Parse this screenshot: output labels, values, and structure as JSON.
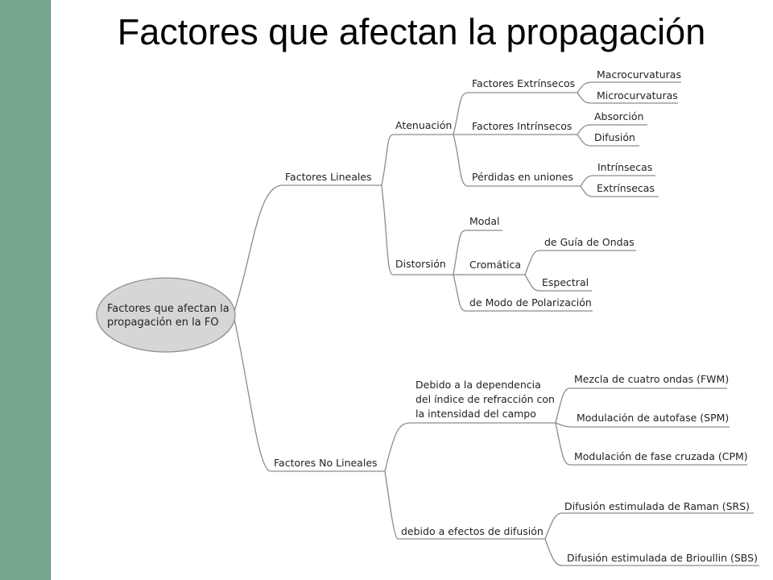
{
  "slide": {
    "title": "Factores que afectan la propagación",
    "accent_color": "#77a88e"
  },
  "mindmap": {
    "root": {
      "line1": "Factores que afectan la",
      "line2": "propagación en la FO",
      "fill": "#d6d6d6"
    },
    "nodes": {
      "lineales": "Factores Lineales",
      "atenuacion": "Atenuación",
      "extrinsecos": "Factores Extrínsecos",
      "macro": "Macrocurvaturas",
      "micro": "Microcurvaturas",
      "intrinsecos": "Factores Intrínsecos",
      "absorcion": "Absorción",
      "difusion": "Difusión",
      "perdidas": "Pérdidas en uniones",
      "intrinsecas": "Intrínsecas",
      "extrinsecas": "Extrínsecas",
      "distorsion": "Distorsión",
      "modal": "Modal",
      "cromatica": "Cromática",
      "guia": "de Guía de Ondas",
      "espectral": "Espectral",
      "polarizacion": "de Modo de Polarización",
      "no_lineales": "Factores No Lineales",
      "debido_line1": "Debido a la dependencia",
      "debido_line2": "del índice de refracción con",
      "debido_line3": "la intensidad del campo",
      "fwm": "Mezcla de cuatro ondas (FWM)",
      "spm": "Modulación de autofase (SPM)",
      "cpm": "Modulación de fase cruzada (CPM)",
      "difusion_efectos": "debido a efectos de difusión",
      "srs": "Difusión estimulada de Raman (SRS)",
      "sbs": "Difusión estimulada de Brioullin (SBS)"
    }
  }
}
